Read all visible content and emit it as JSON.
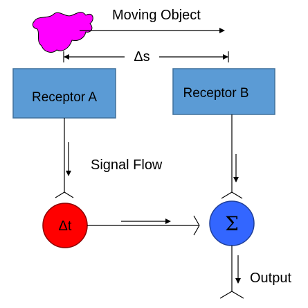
{
  "diagram": {
    "moving_object": {
      "label": "Moving Object",
      "color": "#ff00ff",
      "icon": "blob-shape"
    },
    "distance": {
      "label": "Δs"
    },
    "receptor_a": {
      "label": "Receptor A",
      "color": "#5b9bd5"
    },
    "receptor_b": {
      "label": "Receptor B",
      "color": "#5b9bd5"
    },
    "signal_flow": {
      "label": "Signal Flow"
    },
    "delay_node": {
      "label": "Δt",
      "color": "#ff0000"
    },
    "sum_node": {
      "label": "Σ",
      "color": "#3366ff"
    },
    "output": {
      "label": "Output"
    }
  }
}
